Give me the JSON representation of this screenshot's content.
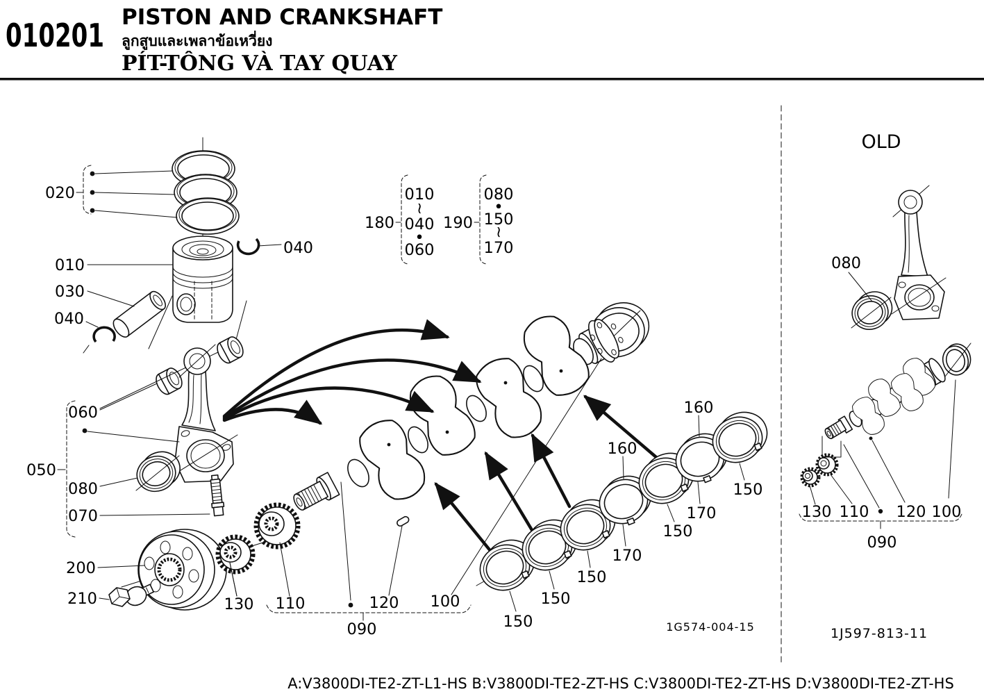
{
  "header": {
    "section_code": "010201",
    "title_en": "PISTON AND CRANKSHAFT",
    "title_th": "ลูกสูบและเพลาข้อเหวี่ยง",
    "title_vi": "PÍT-TÔNG VÀ TAY QUAY"
  },
  "main_diagram": {
    "drawing_code": "1G574-004-15",
    "ref_groups": {
      "g180": {
        "label": "180",
        "items": [
          "010",
          "~",
          "040",
          "•",
          "060"
        ]
      },
      "g190": {
        "label": "190",
        "items": [
          "080",
          "•",
          "150",
          "~",
          "170"
        ]
      }
    },
    "callouts": {
      "c020": "020",
      "c010": "010",
      "c030": "030",
      "c040_top": "040",
      "c040_bottom": "040",
      "c060": "060",
      "c050": "050",
      "c080": "080",
      "c070": "070",
      "c200": "200",
      "c210": "210",
      "c130": "130",
      "c110": "110",
      "c120": "120",
      "c100": "100",
      "c090": "090",
      "c150_1": "150",
      "c150_2": "150",
      "c150_3": "150",
      "c150_4": "150",
      "c150_5": "150",
      "c160_1": "160",
      "c160_2": "160",
      "c170_1": "170",
      "c170_2": "170"
    }
  },
  "old_diagram": {
    "label": "OLD",
    "drawing_code": "1J597-813-11",
    "callouts": {
      "c080": "080",
      "c130": "130",
      "c110": "110",
      "c120": "120",
      "c100": "100",
      "c090": "090"
    }
  },
  "footer": {
    "applicability": "A:V3800DI-TE2-ZT-L1-HS B:V3800DI-TE2-ZT-HS C:V3800DI-TE2-ZT-HS D:V3800DI-TE2-ZT-HS"
  },
  "colors": {
    "ink": "#111111",
    "paper": "#ffffff"
  }
}
